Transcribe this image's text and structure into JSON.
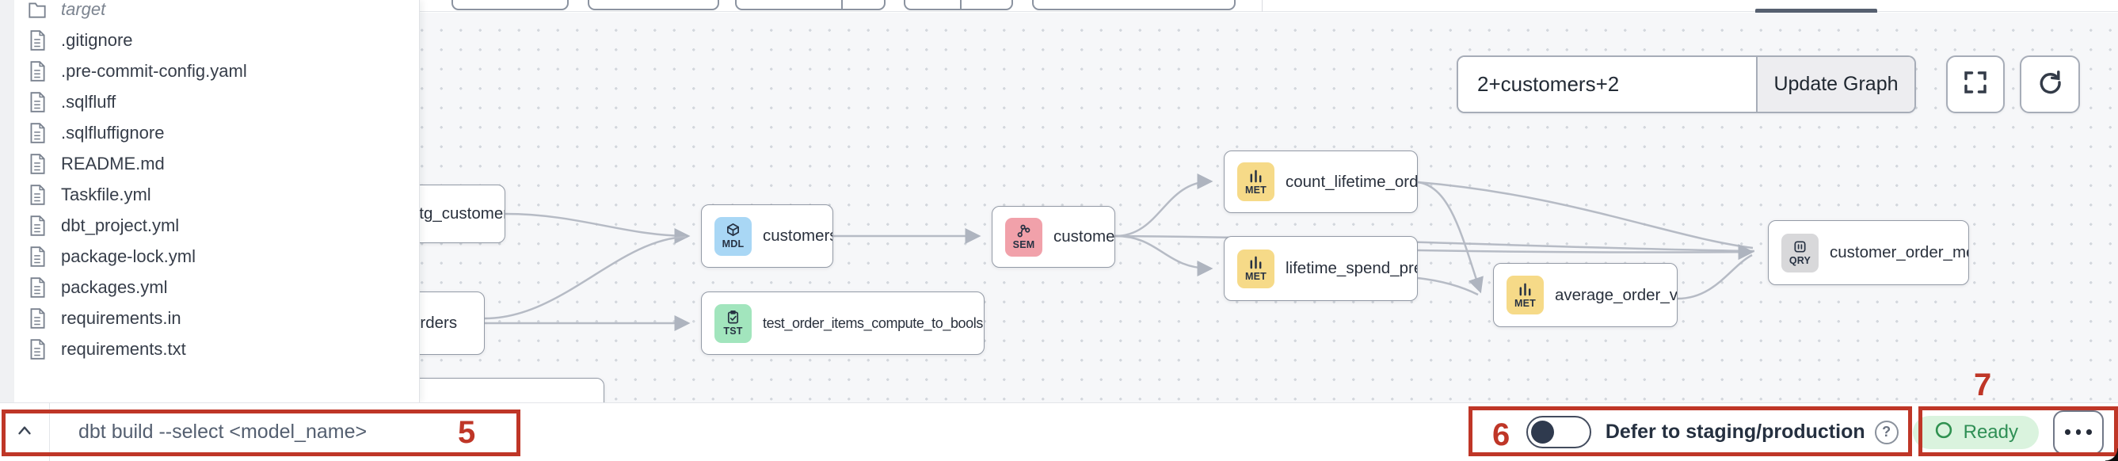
{
  "sidebar": {
    "folder": {
      "name": "target"
    },
    "files": [
      ".gitignore",
      ".pre-commit-config.yaml",
      ".sqlfluff",
      ".sqlfluffignore",
      "README.md",
      "Taskfile.yml",
      "dbt_project.yml",
      "package-lock.yml",
      "packages.yml",
      "requirements.in",
      "requirements.txt"
    ]
  },
  "graph_controls": {
    "selector_value": "2+customers+2",
    "update_button": "Update Graph"
  },
  "graph": {
    "badge_colors": {
      "MDL": "#a9d7f5",
      "SEM": "#f1a1aa",
      "MET": "#f6da88",
      "TST": "#a2e5bd",
      "QRY": "#d8d8da"
    },
    "nodes": [
      {
        "id": "stg_customers",
        "label": "stg_customers",
        "kind": null
      },
      {
        "id": "orders",
        "label": "orders",
        "kind": null
      },
      {
        "id": "customers_mdl",
        "label": "customers",
        "kind": "MDL"
      },
      {
        "id": "test_order_items",
        "label": "test_order_items_compute_to_bools...",
        "kind": "TST"
      },
      {
        "id": "customers_sem",
        "label": "customers",
        "kind": "SEM"
      },
      {
        "id": "count_lifetime_orders",
        "label": "count_lifetime_orders",
        "kind": "MET"
      },
      {
        "id": "lifetime_spend_pretax",
        "label": "lifetime_spend_pretax",
        "kind": "MET"
      },
      {
        "id": "average_order_value",
        "label": "average_order_value",
        "kind": "MET"
      },
      {
        "id": "customer_order_metrics",
        "label": "customer_order_metrics",
        "kind": "QRY"
      },
      {
        "id": "partial_node",
        "label": "",
        "kind": null
      }
    ],
    "edges": [
      [
        "stg_customers",
        "customers_mdl"
      ],
      [
        "orders",
        "customers_mdl"
      ],
      [
        "orders",
        "test_order_items"
      ],
      [
        "customers_mdl",
        "customers_sem"
      ],
      [
        "customers_sem",
        "count_lifetime_orders"
      ],
      [
        "customers_sem",
        "lifetime_spend_pretax"
      ],
      [
        "customers_sem",
        "customer_order_metrics"
      ],
      [
        "count_lifetime_orders",
        "customer_order_metrics"
      ],
      [
        "count_lifetime_orders",
        "average_order_value"
      ],
      [
        "lifetime_spend_pretax",
        "customer_order_metrics"
      ],
      [
        "lifetime_spend_pretax",
        "average_order_value"
      ],
      [
        "average_order_value",
        "customer_order_metrics"
      ]
    ]
  },
  "command_bar": {
    "placeholder": "dbt build --select <model_name>"
  },
  "status_bar": {
    "defer_label": "Defer to staging/production",
    "ready_label": "Ready"
  },
  "annotations": {
    "5": "5",
    "6": "6",
    "7": "7"
  }
}
